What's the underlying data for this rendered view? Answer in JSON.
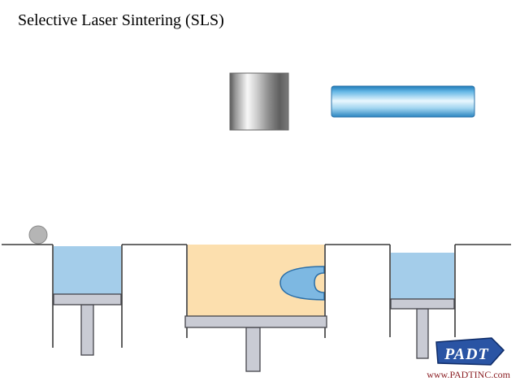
{
  "slide": {
    "title": "Selective Laser Sintering (SLS)"
  },
  "footer": {
    "logo_text": "PADT",
    "website": "www.PADTINC.com"
  },
  "colors": {
    "powder_blue": "#a4cdea",
    "part_blue": "#7db8e2",
    "part_outline": "#2a6ea8",
    "build_powder_tan": "#fcdfae",
    "piston_gray": "#c9cbd4",
    "piston_outline": "#44444a",
    "roller_gray": "#b5b5b5",
    "roller_outline": "#8a8a8a",
    "line_color": "#3a3a3a",
    "logo_blue": "#2a54a4",
    "logo_border": "#0d2a66",
    "logo_text_color": "#ffffff",
    "website_color": "#8b1f24"
  }
}
